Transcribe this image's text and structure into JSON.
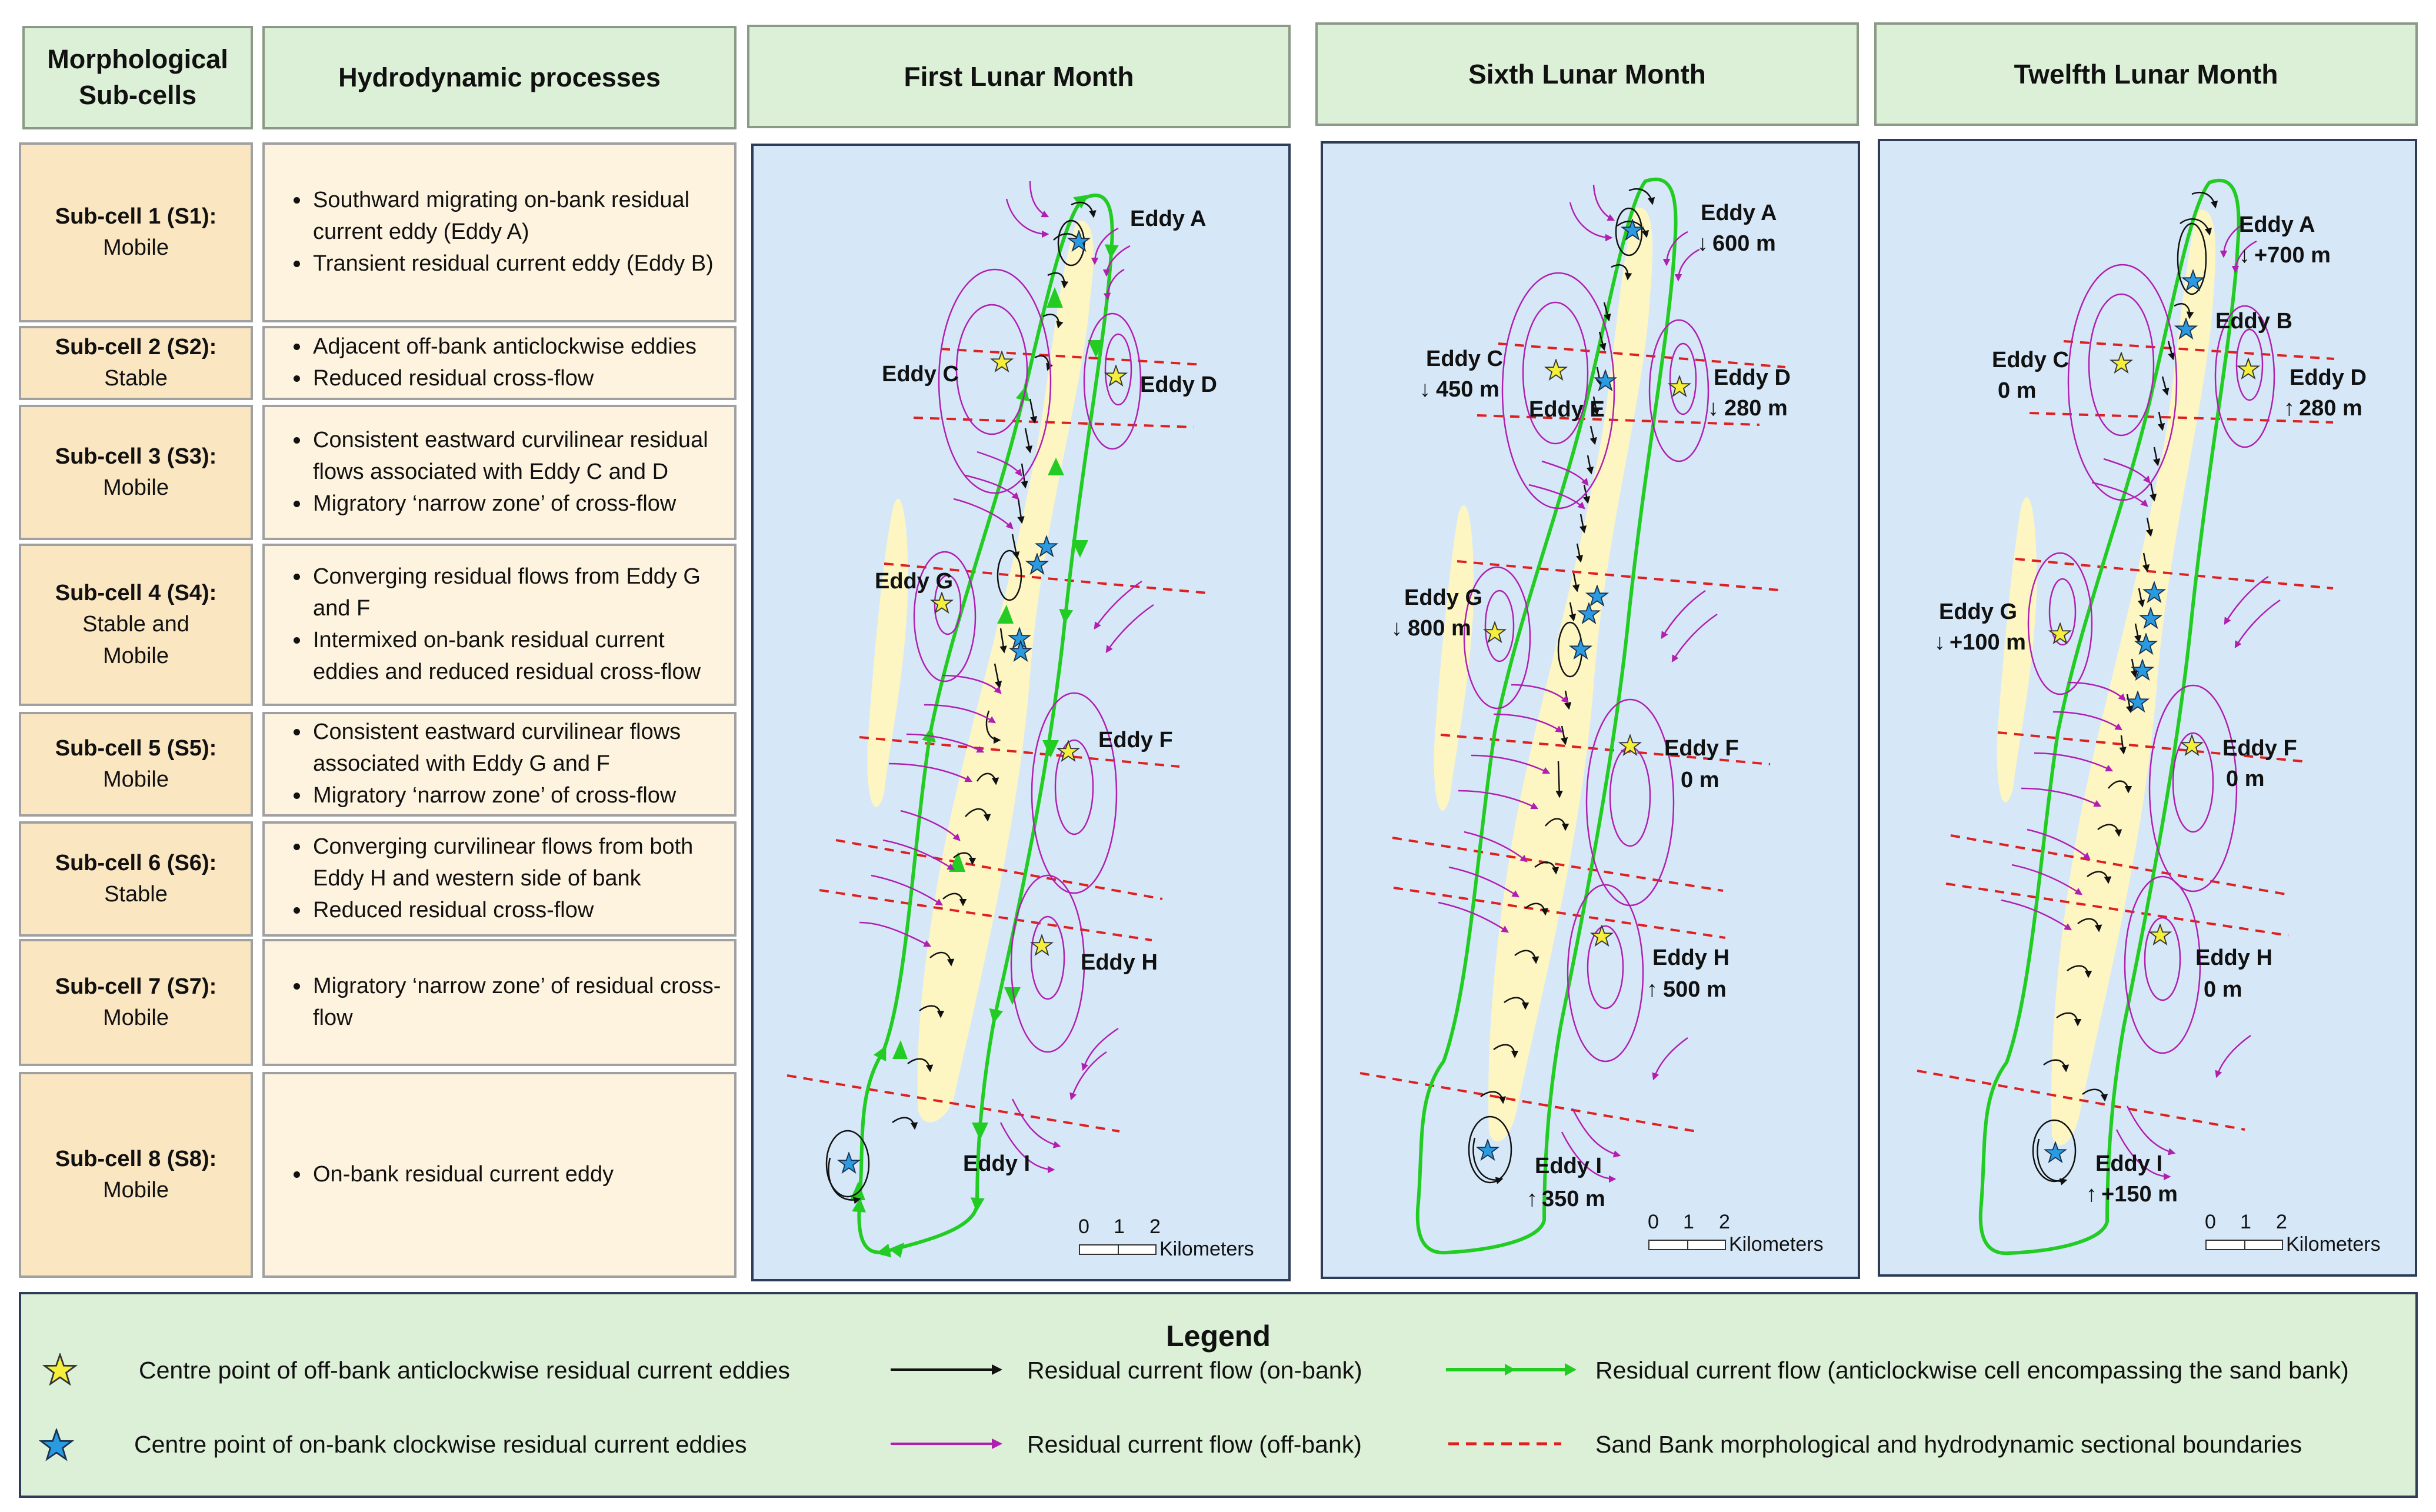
{
  "headers": {
    "subcells": "Morphological Sub-cells",
    "processes": "Hydrodynamic processes",
    "month1": "First Lunar Month",
    "month6": "Sixth Lunar Month",
    "month12": "Twelfth Lunar Month"
  },
  "rows": [
    {
      "name": "Sub-cell 1 (S1):",
      "status": "Mobile",
      "processes": [
        "Southward migrating on-bank residual current eddy (Eddy A)",
        "Transient residual current eddy (Eddy B)"
      ]
    },
    {
      "name": "Sub-cell 2 (S2):",
      "status": "Stable",
      "processes": [
        "Adjacent off-bank anticlockwise eddies",
        "Reduced residual cross-flow"
      ]
    },
    {
      "name": "Sub-cell 3 (S3):",
      "status": "Mobile",
      "processes": [
        "Consistent eastward curvilinear residual flows associated with Eddy C and D",
        "Migratory ‘narrow zone’ of cross-flow"
      ]
    },
    {
      "name": "Sub-cell 4 (S4):",
      "status": "Stable and Mobile",
      "processes": [
        "Converging residual flows from Eddy G and F",
        "Intermixed on-bank residual current eddies and reduced residual cross-flow"
      ]
    },
    {
      "name": "Sub-cell 5 (S5):",
      "status": "Mobile",
      "processes": [
        "Consistent eastward curvilinear flows associated with Eddy G and F",
        "Migratory ‘narrow zone’ of cross-flow"
      ]
    },
    {
      "name": "Sub-cell 6 (S6):",
      "status": "Stable",
      "processes": [
        "Converging curvilinear flows from both Eddy H and western side of bank",
        "Reduced residual cross-flow"
      ]
    },
    {
      "name": "Sub-cell 7 (S7):",
      "status": "Mobile",
      "processes": [
        "Migratory ‘narrow zone’ of residual cross-flow"
      ]
    },
    {
      "name": "Sub-cell 8 (S8):",
      "status": "Mobile",
      "processes": [
        "On-bank residual current eddy"
      ]
    }
  ],
  "sections": [
    "S1",
    "S2",
    "S3",
    "S4",
    "S5",
    "S6",
    "S7",
    "S8"
  ],
  "maps": {
    "m1": {
      "eddies": [
        "Eddy A",
        "Eddy C",
        "Eddy D",
        "Eddy G",
        "Eddy F",
        "Eddy H",
        "Eddy I"
      ]
    },
    "m6": {
      "eddies": [
        "Eddy A",
        "Eddy C",
        "Eddy D",
        "Eddy E",
        "Eddy G",
        "Eddy F",
        "Eddy H",
        "Eddy I"
      ],
      "shifts": {
        "a": "600 m",
        "c": "450 m",
        "d": "280 m",
        "g": "800 m",
        "f": "0 m",
        "h": "500 m",
        "i": "350 m"
      }
    },
    "m12": {
      "eddies": [
        "Eddy A",
        "Eddy B",
        "Eddy C",
        "Eddy D",
        "Eddy G",
        "Eddy F",
        "Eddy H",
        "Eddy I"
      ],
      "shifts": {
        "a": "+700 m",
        "c": "0 m",
        "d": "280 m",
        "g": "+100 m",
        "f": "0 m",
        "h": "0 m",
        "i": "+150 m"
      }
    }
  },
  "scale": {
    "ticks": [
      "0",
      "1",
      "2"
    ],
    "unit": "Kilometers"
  },
  "legend": {
    "title": "Legend",
    "star_yellow": "Centre point of off-bank anticlockwise residual current eddies",
    "star_blue": "Centre point of on-bank clockwise residual current eddies",
    "flow_on": "Residual current flow (on-bank)",
    "flow_off": "Residual current flow (off-bank)",
    "flow_cell": "Residual current flow (anticlockwise cell encompassing the sand bank)",
    "boundary": "Sand Bank morphological and hydrodynamic sectional boundaries"
  },
  "colors": {
    "map_bg": "#d6e8f8",
    "sand": "#fdf6c3",
    "cell_green": "#22cc22",
    "off_bank": "#b020b0",
    "boundary_red": "#e02020",
    "star_yellow": "#f5ee3a",
    "star_blue": "#2a9be0",
    "header_green": "#dcefd7",
    "subcell_fill": "#fbe6c2"
  }
}
